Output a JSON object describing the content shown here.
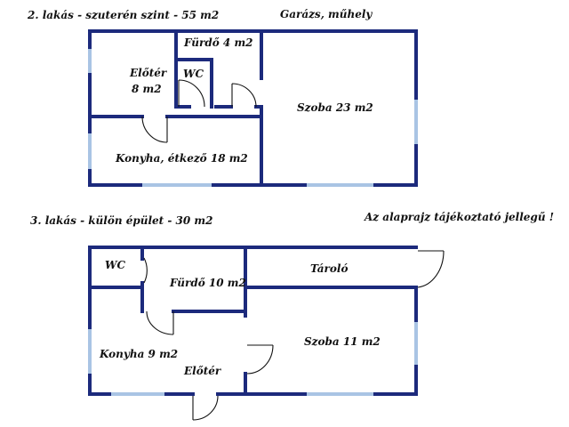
{
  "floor2": {
    "title": "2. lakás - szuterén szint - 55 m2",
    "garage": "Garázs, műhely",
    "rooms": {
      "eloter_name": "Előtér",
      "eloter_area": "8 m2",
      "wc": "WC",
      "furdo": "Fürdő 4 m2",
      "szoba": "Szoba 23 m2",
      "konyha": "Konyha, étkező 18 m2"
    }
  },
  "floor3": {
    "title": "3. lakás - külön épület - 30 m2",
    "rooms": {
      "wc": "WC",
      "furdo": "Fürdő 10 m2",
      "tarolo": "Tároló",
      "konyha": "Konyha 9 m2",
      "eloter": "Előtér",
      "szoba": "Szoba 11 m2"
    }
  },
  "disclaimer": "Az alaprajz tájékoztató jellegű !"
}
